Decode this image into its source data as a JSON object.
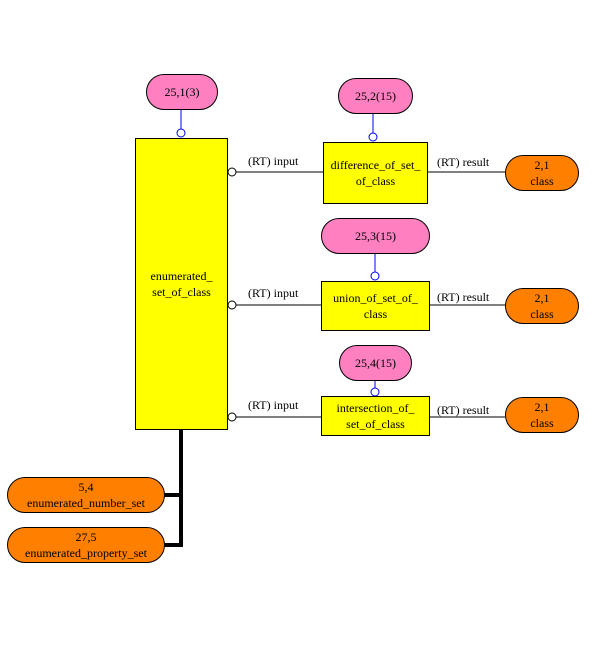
{
  "main_entity": {
    "line1": "enumerated_",
    "line2": "set_of_class"
  },
  "main_ref": "25,1(3)",
  "functions": [
    {
      "ref": "25,2(15)",
      "line1": "difference_of_set_",
      "line2": "of_class",
      "input_label": "(RT) input",
      "result_label": "(RT) result",
      "result_ref": "2,1",
      "result_name": "class"
    },
    {
      "ref": "25,3(15)",
      "line1": "union_of_set_of_",
      "line2": "class",
      "input_label": "(RT) input",
      "result_label": "(RT) result",
      "result_ref": "2,1",
      "result_name": "class"
    },
    {
      "ref": "25,4(15)",
      "line1": "intersection_of_",
      "line2": "set_of_class",
      "input_label": "(RT) input",
      "result_label": "(RT) result",
      "result_ref": "2,1",
      "result_name": "class"
    }
  ],
  "subtypes": [
    {
      "ref": "5,4",
      "name": "enumerated_number_set"
    },
    {
      "ref": "27,5",
      "name": "enumerated_property_set"
    }
  ],
  "colors": {
    "entity": "#ffff00",
    "ref_pill": "#ff80c0",
    "type_pill": "#ff8000",
    "connector_blue": "#0000ff"
  }
}
